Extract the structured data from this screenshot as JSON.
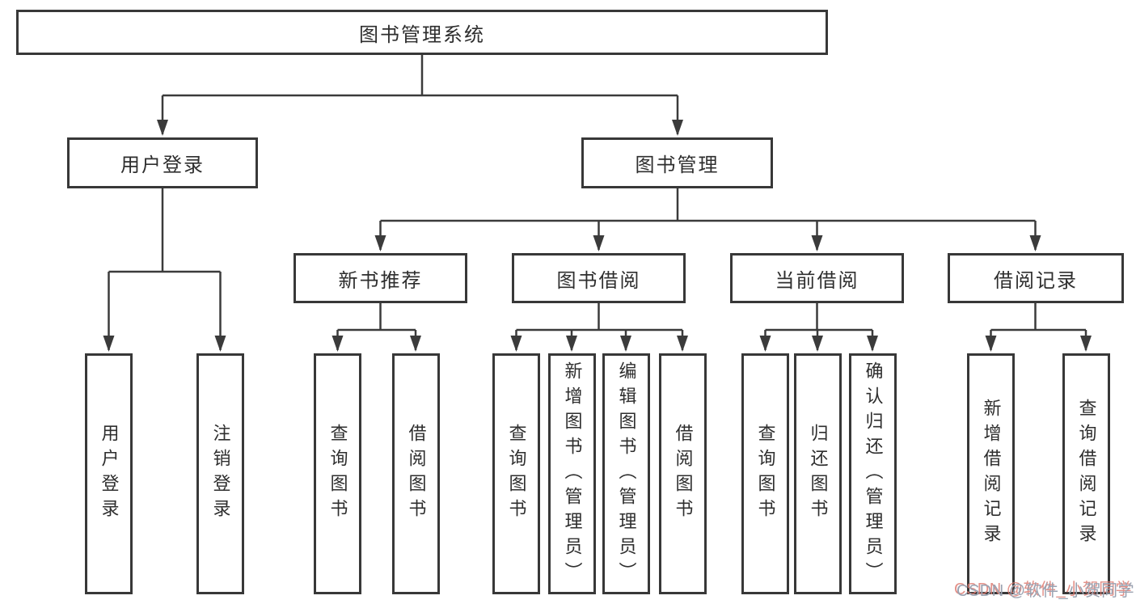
{
  "diagram": {
    "colors": {
      "line": "#3b3b3b",
      "box_border": "#383838",
      "text": "#2e2e2e",
      "background": "#ffffff",
      "watermark_text": "#9aa2b1",
      "watermark_shadow": "#de7d73"
    },
    "tree": {
      "root": {
        "label": "图书管理系统"
      },
      "branches": [
        {
          "label": "用户登录",
          "children": [
            {
              "label": "用户登录"
            },
            {
              "label": "注销登录"
            }
          ]
        },
        {
          "label": "图书管理",
          "children": [
            {
              "label": "新书推荐",
              "children": [
                {
                  "label": "查询图书"
                },
                {
                  "label": "借阅图书"
                }
              ]
            },
            {
              "label": "图书借阅",
              "children": [
                {
                  "label": "查询图书"
                },
                {
                  "label": "新增图书（管理员）"
                },
                {
                  "label": "编辑图书（管理员）"
                },
                {
                  "label": "借阅图书"
                }
              ]
            },
            {
              "label": "当前借阅",
              "children": [
                {
                  "label": "查询图书"
                },
                {
                  "label": "归还图书"
                },
                {
                  "label": "确认归还（管理员）"
                }
              ]
            },
            {
              "label": "借阅记录",
              "children": [
                {
                  "label": "新增借阅记录"
                },
                {
                  "label": "查询借阅记录"
                }
              ]
            }
          ]
        }
      ]
    },
    "watermark": {
      "text": "CSDN @软件_小贺同学"
    }
  }
}
